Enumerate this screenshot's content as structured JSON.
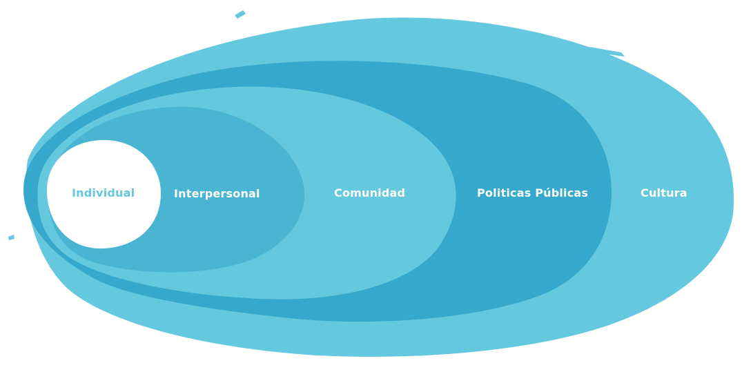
{
  "diagram": {
    "layers": [
      {
        "key": "individual",
        "label": "Individual"
      },
      {
        "key": "interpersonal",
        "label": "Interpersonal"
      },
      {
        "key": "comunidad",
        "label": "Comunidad"
      },
      {
        "key": "politicas",
        "label": "Politicas Públicas"
      },
      {
        "key": "cultura",
        "label": "Cultura"
      }
    ]
  },
  "colors": {
    "cultura": "#64c8df",
    "politicas": "#36a8cb",
    "comunidad": "#64c8df",
    "interpersonal": "#4ab5d2",
    "individual": "#ffffff",
    "individual_text": "#64c8df",
    "label_text": "#ffffff"
  }
}
